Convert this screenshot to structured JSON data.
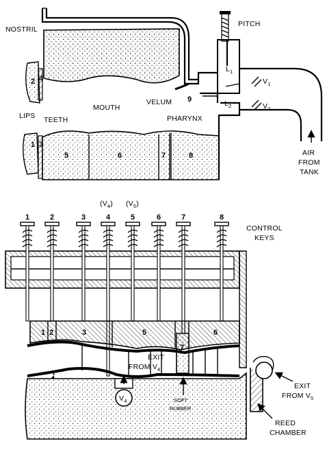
{
  "upper": {
    "labels": {
      "nostril": "NOSTRIL",
      "pitch": "PITCH",
      "lips": "LIPS",
      "teeth": "TEETH",
      "mouth": "MOUTH",
      "velum": "VELUM",
      "pharynx": "PHARYNX",
      "air": "AIR",
      "from": "FROM",
      "tank": "TANK",
      "l": "L",
      "v": "V",
      "sub1": "1",
      "sub2": "2"
    },
    "numbers": [
      "1",
      "2",
      "3",
      "4",
      "5",
      "6",
      "7",
      "8",
      "9"
    ]
  },
  "lower": {
    "keys": [
      "1",
      "2",
      "3",
      "4",
      "5",
      "6",
      "7",
      "8"
    ],
    "key_extra": {
      "y4": "(V",
      "y5": "(V",
      "sub4": "4",
      "sub5": "5",
      "close": ")"
    },
    "control_keys": [
      "CONTROL",
      "KEYS"
    ],
    "block_numbers": [
      "1",
      "2",
      "3",
      "5",
      "6",
      "7"
    ],
    "exit_y4": [
      "EXIT",
      "FROM V"
    ],
    "exit_y4_sub": "4",
    "exit_y5": [
      "EXIT",
      "FROM V"
    ],
    "exit_y5_sub": "5",
    "v4": "V",
    "v4_sub": "4",
    "soft_rubber": [
      "SOFT",
      "RUBBER"
    ],
    "reed_chamber": [
      "REED",
      "CHAMBER"
    ]
  },
  "colors": {
    "ink": "#000000",
    "paper": "#ffffff"
  }
}
